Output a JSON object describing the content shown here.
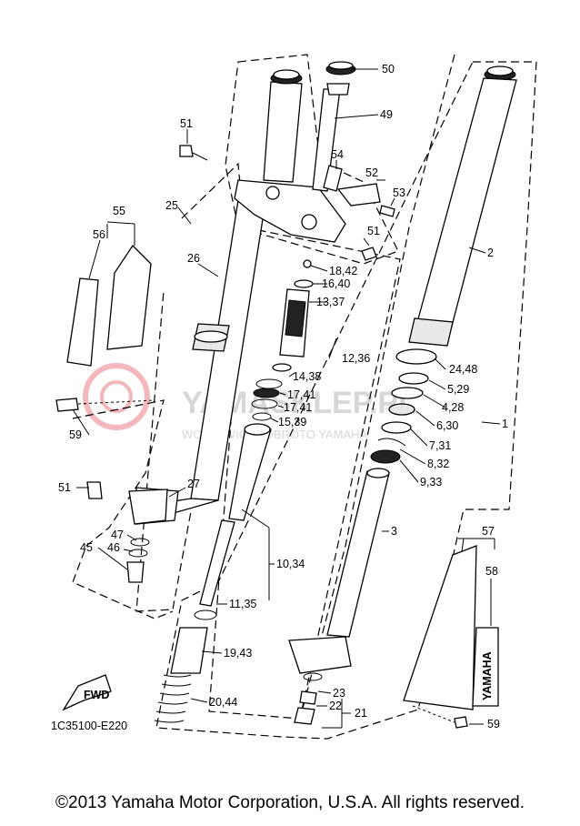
{
  "diagram_code": "1C35100-E220",
  "fwd_label": "FWD",
  "brand_text": "YAMAHA",
  "watermark": {
    "title": "YAMASKLEP.PL",
    "subtitle": "WOJTOWICZ I OBROTO YAMAHA",
    "color": "#d7d7d7",
    "logo_color": "#f2b8bc"
  },
  "callouts": {
    "c50": "50",
    "c49": "49",
    "c51a": "51",
    "c54": "54",
    "c52": "52",
    "c53": "53",
    "c51b": "51",
    "c55": "55",
    "c56": "56",
    "c25": "25",
    "c26": "26",
    "c18_42": "18,42",
    "c16_40": "16,40",
    "c13_37": "13,37",
    "c12_36": "12,36",
    "c14_38": "14,38",
    "c17_41a": "17,41",
    "c17_41b": "17,41",
    "c15_39": "15,39",
    "c2": "2",
    "c24_48": "24,48",
    "c5_29": "5,29",
    "c4_28": "4,28",
    "c1": "1",
    "c6_30": "6,30",
    "c7_31": "7,31",
    "c8_32": "8,32",
    "c9_33": "9,33",
    "c59a": "59",
    "c51c": "51",
    "c27": "27",
    "c47": "47",
    "c45": "45",
    "c46": "46",
    "c3": "3",
    "c10_34": "10,34",
    "c11_35": "11,35",
    "c19_43": "19,43",
    "c20_44": "20,44",
    "c57": "57",
    "c58": "58",
    "c23": "23",
    "c22": "22",
    "c21": "21",
    "c59b": "59"
  },
  "footer": "©2013 Yamaha Motor Corporation, U.S.A. All rights reserved."
}
